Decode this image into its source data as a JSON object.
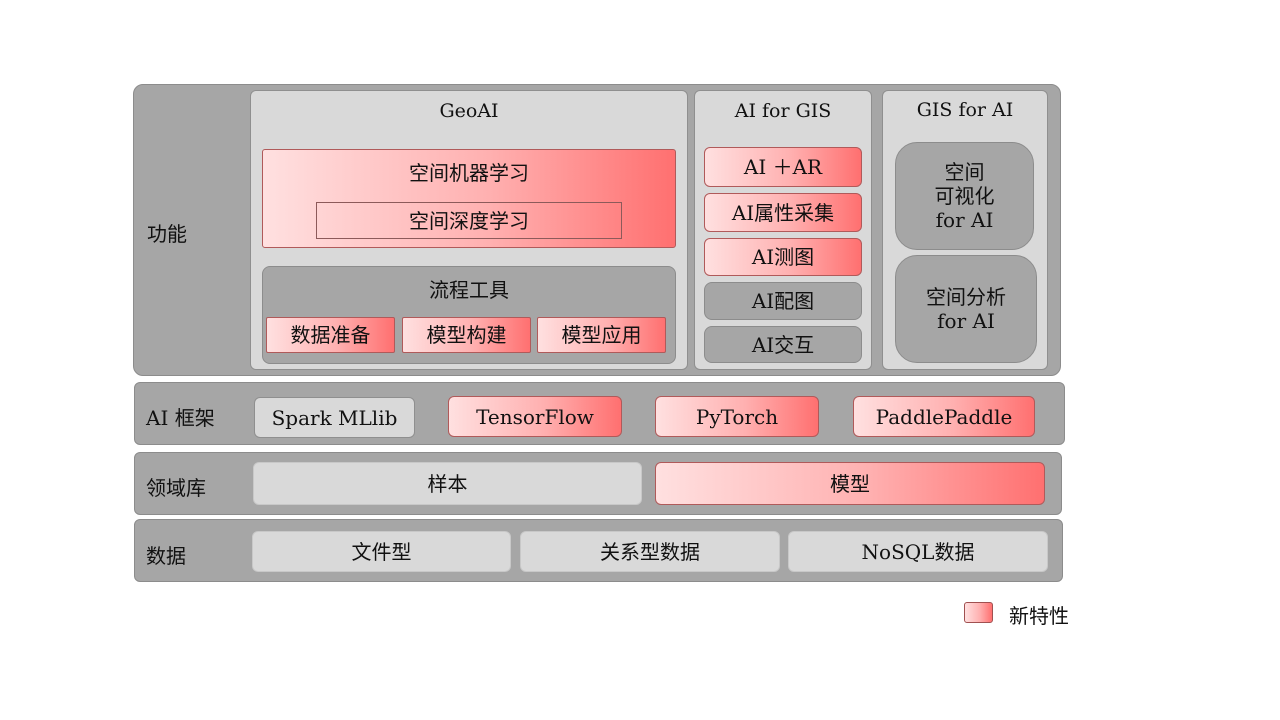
{
  "layers": {
    "function": {
      "label": "功能",
      "geoai": {
        "title": "GeoAI",
        "spatial_ml": "空间机器学习",
        "spatial_dl": "空间深度学习",
        "workflow": {
          "title": "流程工具",
          "items": [
            "数据准备",
            "模型构建",
            "模型应用"
          ]
        }
      },
      "ai_for_gis": {
        "title": "AI  for GIS",
        "items": [
          "AI ＋AR",
          "AI属性采集",
          "AI测图",
          "AI配图",
          "AI交互"
        ]
      },
      "gis_for_ai": {
        "title": "GIS  for AI",
        "items": [
          "空间\n可视化\nfor AI",
          "空间分析\nfor AI"
        ]
      }
    },
    "framework": {
      "label": "AI 框架",
      "items": [
        "Spark  MLlib",
        "TensorFlow",
        "PyTorch",
        "PaddlePaddle"
      ]
    },
    "domain": {
      "label": "领域库",
      "items": [
        "样本",
        "模型"
      ]
    },
    "data": {
      "label": "数据",
      "items": [
        "文件型",
        "关系型数据",
        "NoSQL数据"
      ]
    }
  },
  "legend": {
    "label": "新特性"
  },
  "colors": {
    "layer": "#a6a6a6",
    "panel": "#d9d9d9",
    "new_feature_start": "#ffe0e0",
    "new_feature_end": "#ff7070"
  }
}
